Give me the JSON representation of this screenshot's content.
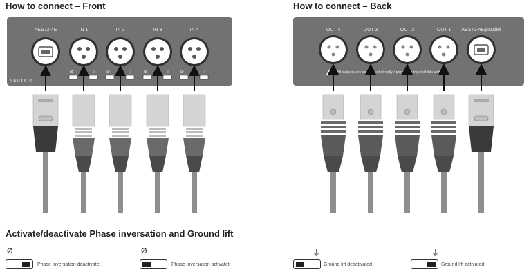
{
  "front": {
    "title": "How to connect – Front",
    "ports": [
      "AES72-4E",
      "IN 1",
      "IN 2",
      "IN 3",
      "IN 4"
    ],
    "brand": "NEUTRIK",
    "switch_symbol_phase": "Ø",
    "switch_symbol_ground": "⏚"
  },
  "back": {
    "title": "How to connect – Back",
    "ports": [
      "OUT 4",
      "OUT 3",
      "OUT 2",
      "OUT 1",
      "AES72-4E/parallel"
    ],
    "note": "All outputs are connected directly / parallel to input of this unit"
  },
  "legend": {
    "title": "Activate/deactivate Phase inversation and Ground lift",
    "items": [
      {
        "symbol": "Ø",
        "label": "Phase inversation deactivatet"
      },
      {
        "symbol": "Ø",
        "label": "Phase inversation activatet"
      },
      {
        "symbol": "⏚",
        "label": "Ground lift deactivated"
      },
      {
        "symbol": "⏚",
        "label": "Ground lift activated"
      }
    ]
  },
  "colors": {
    "panel": "#727272",
    "panel_dark": "#5a5a5a",
    "plug_light": "#d4d4d4",
    "plug_dark": "#3a3a3a",
    "cable": "#8e8e8e"
  }
}
